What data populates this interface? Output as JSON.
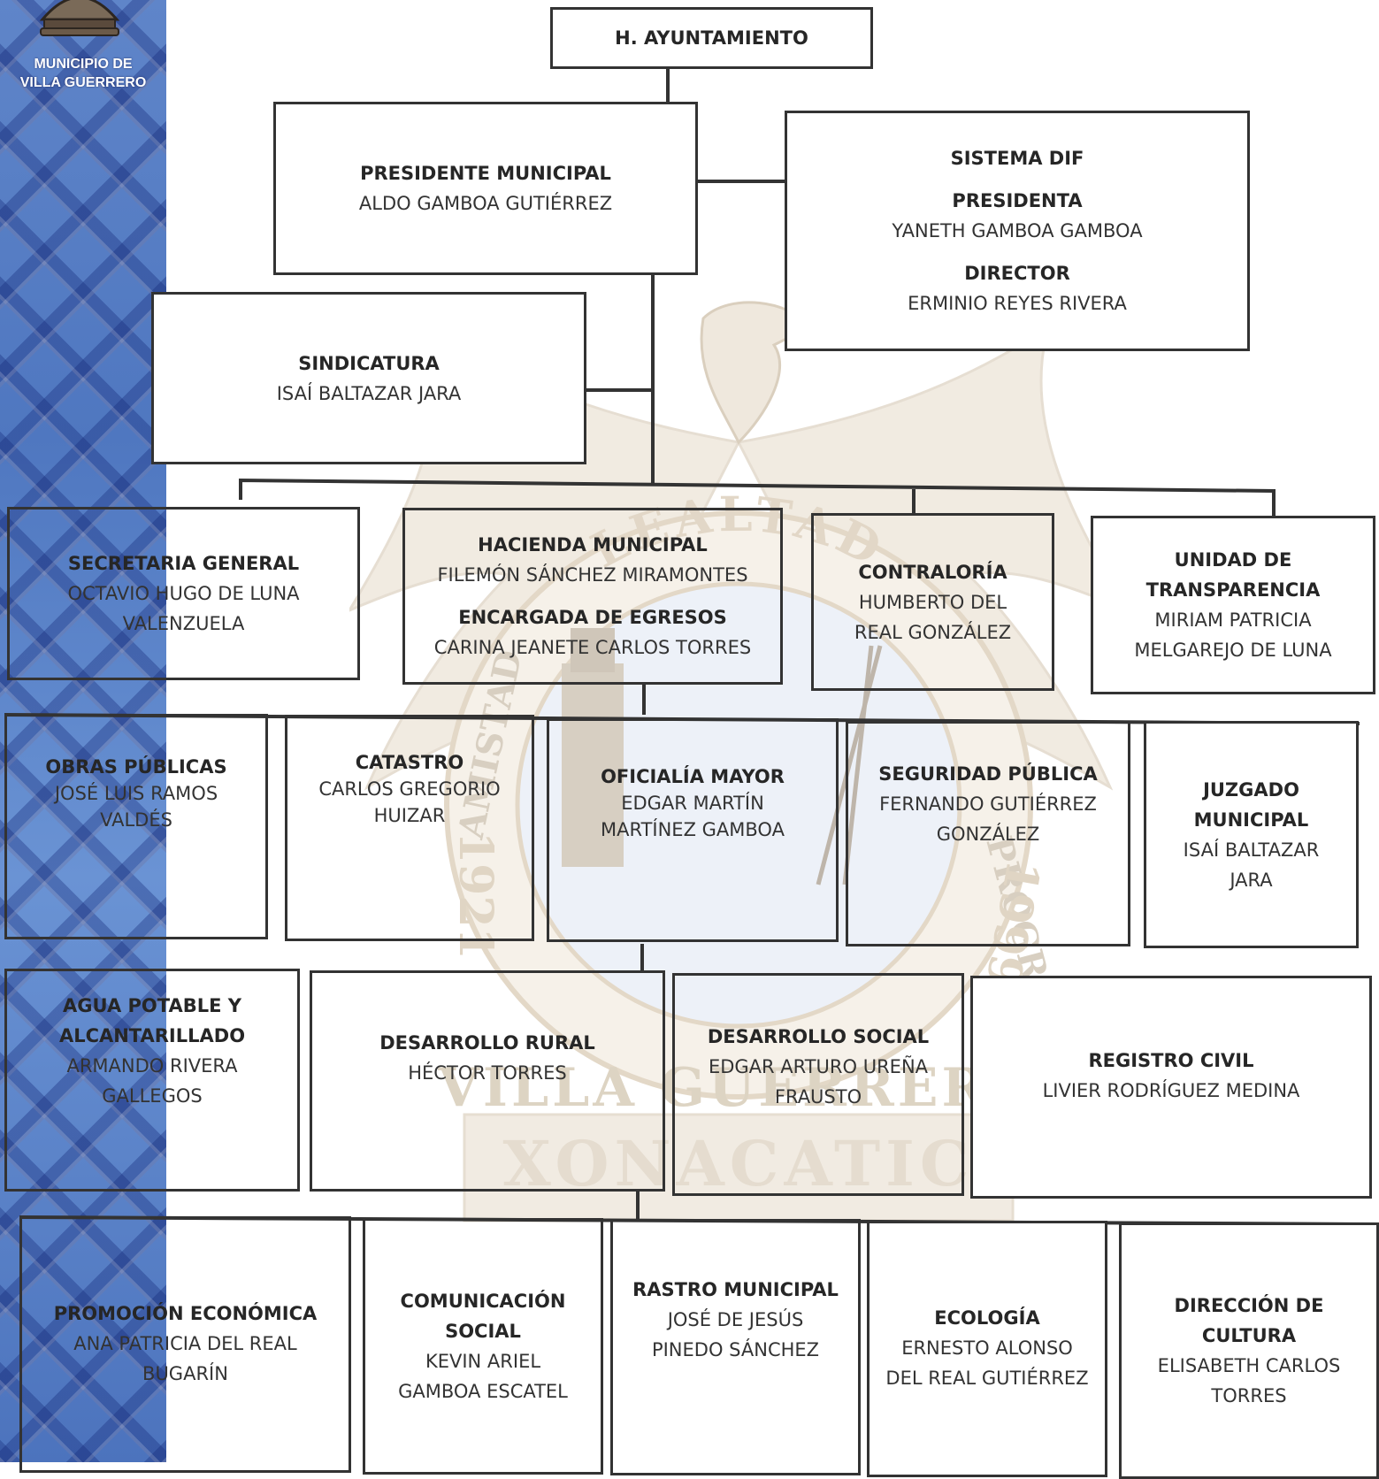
{
  "municipality": {
    "line1": "MUNICIPIO DE",
    "line2": "VILLA GUERRERO"
  },
  "seal": {
    "motto_top": "LEALTAD",
    "motto_right": "PROGRESO",
    "motto_left": "AMISTAD",
    "year_left": "1921",
    "year_right": "1999",
    "name": "VILLA GUERRERO",
    "ribbon": "XONACATIC"
  },
  "ayuntamiento": {
    "title": "H. AYUNTAMIENTO"
  },
  "presidente": {
    "title": "PRESIDENTE MUNICIPAL",
    "name": "ALDO GAMBOA GUTIÉRREZ"
  },
  "dif": {
    "title": "SISTEMA DIF",
    "role1": "PRESIDENTA",
    "name1": "YANETH GAMBOA GAMBOA",
    "role2": "DIRECTOR",
    "name2": "ERMINIO REYES RIVERA"
  },
  "sindicatura": {
    "title": "SINDICATURA",
    "name": "ISAÍ BALTAZAR JARA"
  },
  "secretaria": {
    "title": "SECRETARIA GENERAL",
    "name1": "OCTAVIO HUGO DE LUNA",
    "name2": "VALENZUELA"
  },
  "hacienda": {
    "title": "HACIENDA MUNICIPAL",
    "name": "FILEMÓN SÁNCHEZ MIRAMONTES",
    "role2": "ENCARGADA DE EGRESOS",
    "name2": "CARINA JEANETE CARLOS TORRES"
  },
  "contraloria": {
    "title": "CONTRALORÍA",
    "name1": "HUMBERTO DEL",
    "name2": "REAL GONZÁLEZ"
  },
  "transparencia": {
    "title1": "UNIDAD DE",
    "title2": "TRANSPARENCIA",
    "name1": "MIRIAM PATRICIA",
    "name2": "MELGAREJO DE LUNA"
  },
  "obras": {
    "title": "OBRAS PÚBLICAS",
    "name1": "JOSÉ LUIS RAMOS",
    "name2": "VALDÉS"
  },
  "catastro": {
    "title": "CATASTRO",
    "name1": "CARLOS GREGORIO",
    "name2": "HUIZAR"
  },
  "oficialia": {
    "title": "OFICIALÍA MAYOR",
    "name1": "EDGAR MARTÍN",
    "name2": "MARTÍNEZ GAMBOA"
  },
  "seguridad": {
    "title": "SEGURIDAD PÚBLICA",
    "name1": "FERNANDO GUTIÉRREZ",
    "name2": "GONZÁLEZ"
  },
  "juzgado": {
    "title1": "JUZGADO",
    "title2": "MUNICIPAL",
    "name1": "ISAÍ BALTAZAR",
    "name2": "JARA"
  },
  "agua": {
    "title1": "AGUA POTABLE Y",
    "title2": "ALCANTARILLADO",
    "name1": "ARMANDO RIVERA",
    "name2": "GALLEGOS"
  },
  "rural": {
    "title": "DESARROLLO RURAL",
    "name": "HÉCTOR TORRES"
  },
  "social": {
    "title": "DESARROLLO SOCIAL",
    "name1": "EDGAR ARTURO UREÑA",
    "name2": "FRAUSTO"
  },
  "registro": {
    "title": "REGISTRO CIVIL",
    "name": "LIVIER RODRÍGUEZ MEDINA"
  },
  "promocion": {
    "title": "PROMOCIÓN ECONÓMICA",
    "name1": "ANA PATRICIA DEL REAL",
    "name2": "BUGARÍN"
  },
  "comunicacion": {
    "title1": "COMUNICACIÓN",
    "title2": "SOCIAL",
    "name1": "KEVIN ARIEL",
    "name2": "GAMBOA ESCATEL"
  },
  "rastro": {
    "title": "RASTRO MUNICIPAL",
    "name1": "JOSÉ DE JESÚS",
    "name2": "PINEDO SÁNCHEZ"
  },
  "ecologia": {
    "title": "ECOLOGÍA",
    "name1": "ERNESTO ALONSO",
    "name2": "DEL REAL GUTIÉRREZ"
  },
  "cultura": {
    "title1": "DIRECCIÓN DE",
    "title2": "CULTURA",
    "name1": "ELISABETH CARLOS",
    "name2": "TORRES"
  }
}
